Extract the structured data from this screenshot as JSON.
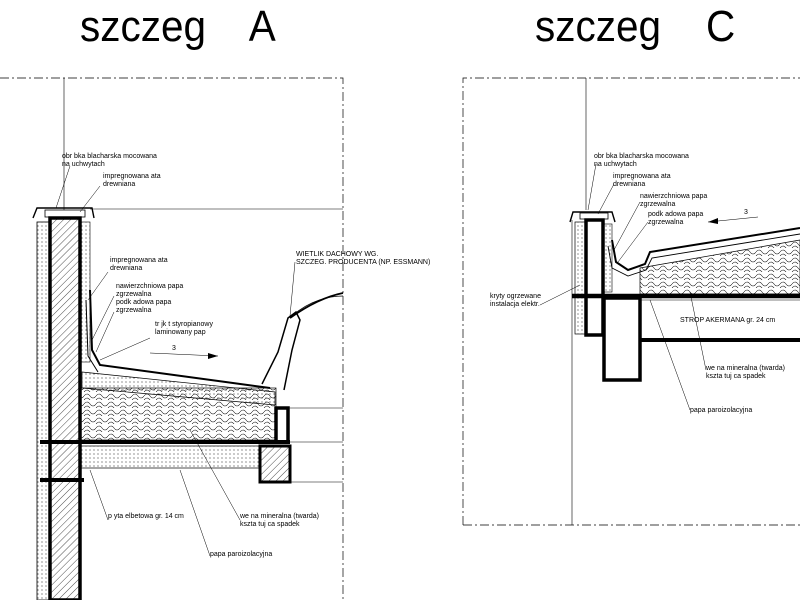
{
  "titles": {
    "left": "szczeg    A",
    "right": "szczeg    C"
  },
  "detail_a": {
    "labels": {
      "flashing_1": "obr bka blacharska mocowana",
      "flashing_2": "na uchwytach",
      "impreg_top_1": "impregnowana ata",
      "impreg_top_2": "drewniana",
      "skylight_1": "WIETLIK DACHOWY WG.",
      "skylight_2": "SZCZEG. PRODUCENTA (NP. ESSMANN)",
      "impreg_mid_1": "impregnowana ata",
      "impreg_mid_2": "drewniana",
      "top_membrane_1": "nawierzchniowa papa",
      "top_membrane_2": "zgrzewalna",
      "under_membrane_1": "podk adowa papa",
      "under_membrane_2": "zgrzewalna",
      "fillet_1": "tr jk t styropianowy",
      "fillet_2": "laminowany pap",
      "slope": "3",
      "slab": "p yta  elbetowa gr. 14 cm",
      "wool_1": "we na mineralna (twarda)",
      "wool_2": "kszta tuj ca spadek",
      "vapour": "papa paroizolacyjna"
    }
  },
  "detail_c": {
    "labels": {
      "flashing_1": "obr bka blacharska mocowana",
      "flashing_2": "na uchwytach",
      "impreg_1": "impregnowana ata",
      "impreg_2": "drewniana",
      "top_membrane_1": "nawierzchniowa papa",
      "top_membrane_2": "zgrzewalna",
      "under_membrane_1": "podk adowa papa",
      "under_membrane_2": "zgrzewalna",
      "slope": "3",
      "heating_1": "kryty ogrzewane",
      "heating_2": "instalacja elektr.",
      "strop": "STROP AKERMANA gr. 24 cm",
      "wool_1": "we na mineralna (twarda)",
      "wool_2": "kszta tuj ca spadek",
      "vapour": "papa paroizolacyjna"
    }
  }
}
